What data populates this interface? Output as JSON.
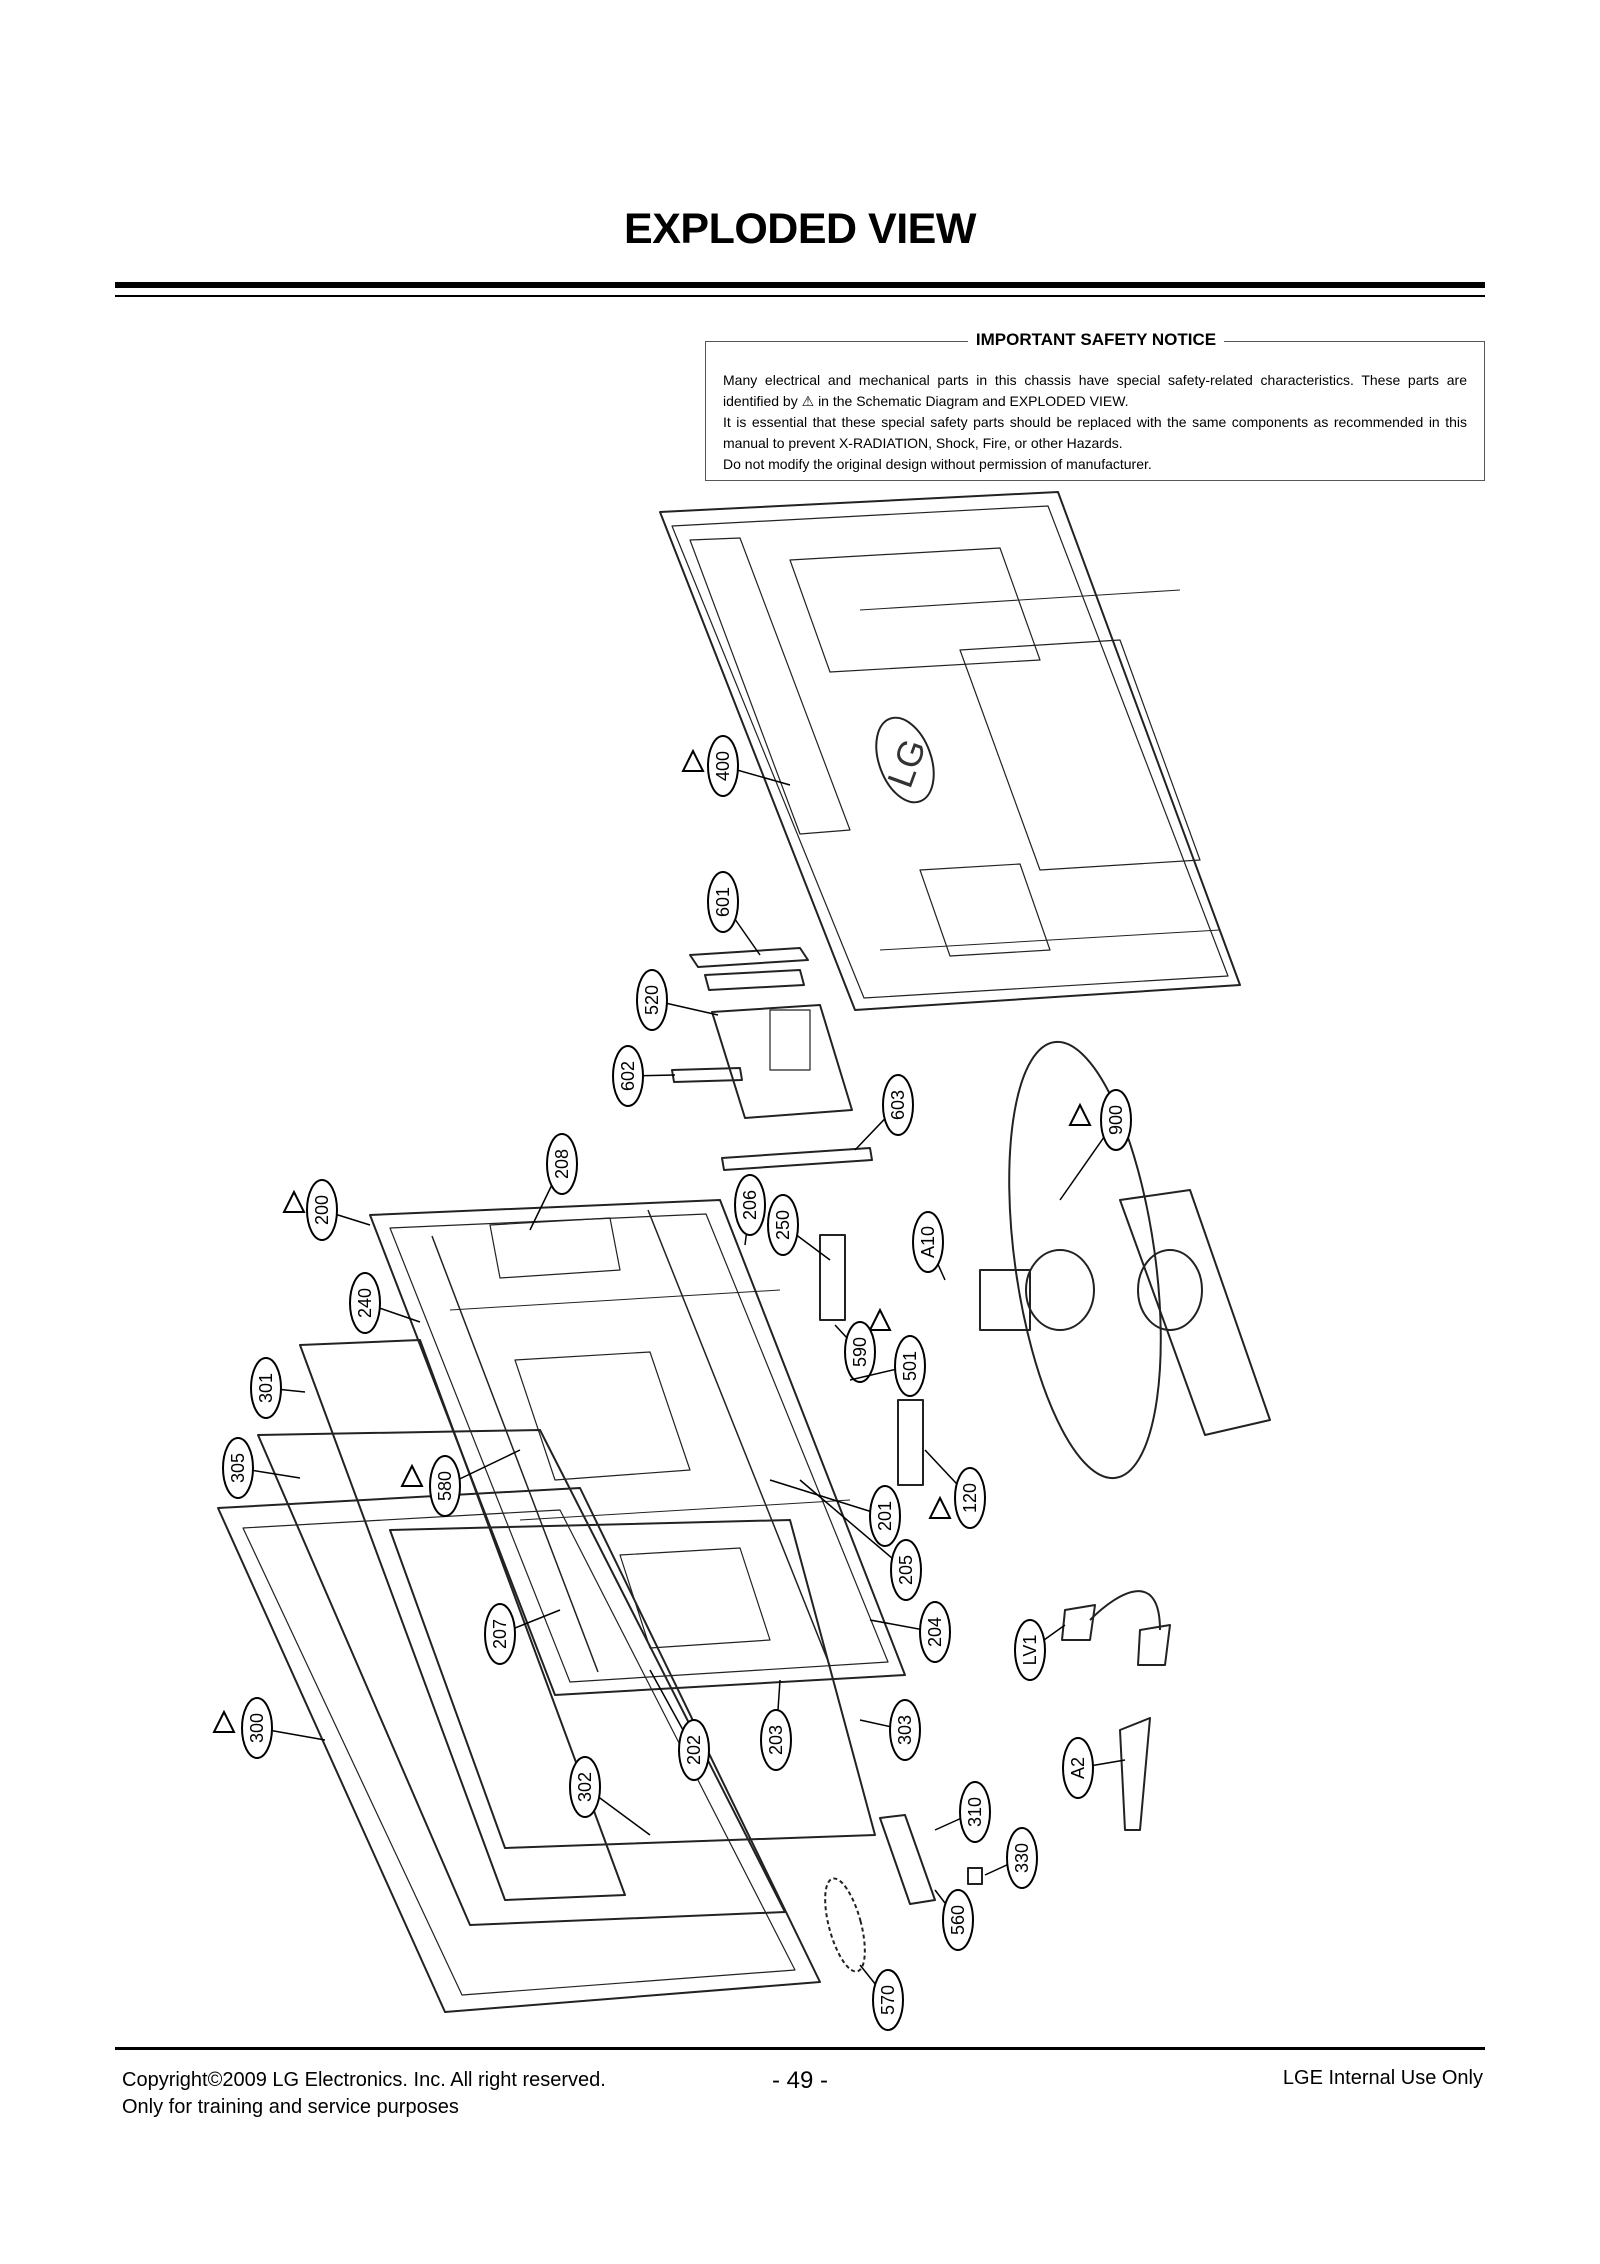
{
  "page_title": "EXPLODED VIEW",
  "notice": {
    "title": "IMPORTANT SAFETY NOTICE",
    "line1": "Many electrical and mechanical parts in this chassis have special safety-related characteristics. These parts are identified by",
    "warning_symbol": "⚠",
    "line1_end": "in the Schematic Diagram and EXPLODED VIEW.",
    "line2": "It is essential that these special safety parts should be replaced with the same components as recommended in this manual to prevent X-RADIATION, Shock, Fire, or other Hazards.",
    "line3": "Do not modify the original design without permission of manufacturer."
  },
  "diagram": {
    "logo_text": "LG",
    "parts": [
      "400",
      "601",
      "520",
      "602",
      "603",
      "900",
      "208",
      "200",
      "206",
      "250",
      "A10",
      "240",
      "590",
      "501",
      "301",
      "580",
      "305",
      "201",
      "120",
      "205",
      "207",
      "204",
      "LV1",
      "300",
      "202",
      "203",
      "303",
      "A2",
      "302",
      "310",
      "330",
      "560",
      "570"
    ]
  },
  "footer": {
    "copyright": "Copyright©2009 LG Electronics. Inc. All right reserved.",
    "purpose": "Only for training and service purposes",
    "page_number": "- 49 -",
    "internal": "LGE Internal Use Only"
  }
}
